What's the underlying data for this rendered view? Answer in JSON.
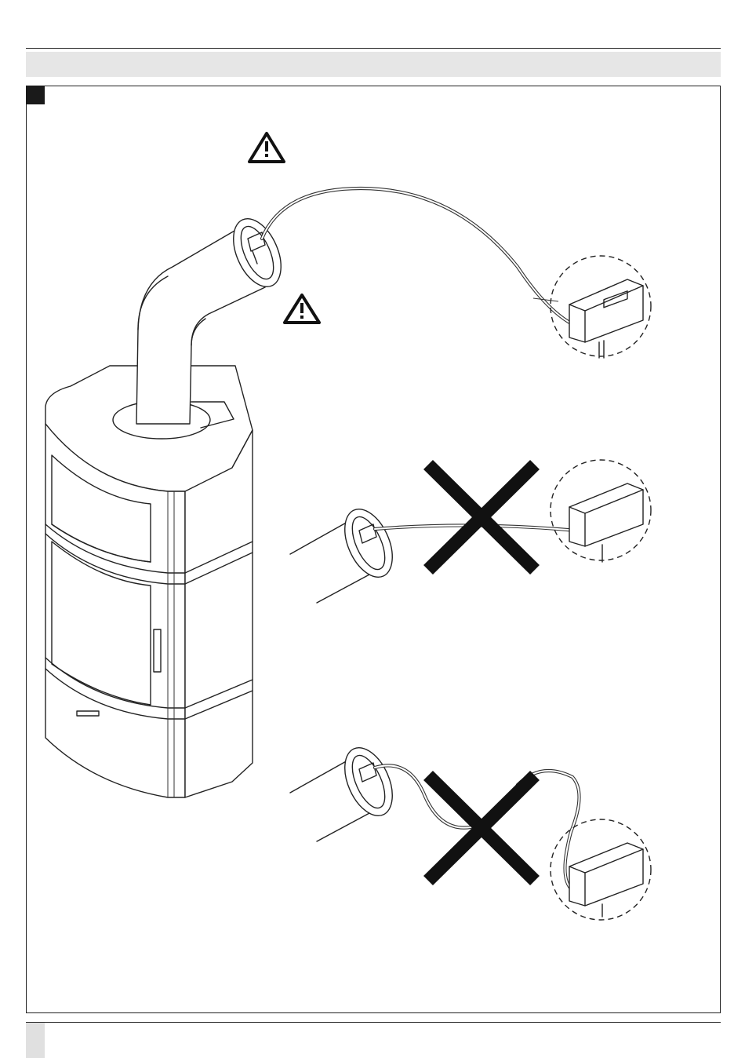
{
  "page": {
    "header_title": "",
    "section_marker": "",
    "page_number": ""
  },
  "figure": {
    "warning_icons": [
      "warning-triangle-icon",
      "warning-triangle-icon"
    ],
    "scenarios": [
      {
        "id": "correct-cable-routing",
        "crossed_out": false
      },
      {
        "id": "taut-cable-routing",
        "crossed_out": true
      },
      {
        "id": "cable-touching-pipe",
        "crossed_out": true
      }
    ]
  },
  "colors": {
    "line": "#222222",
    "header_band": "#e6e6e6",
    "marker": "#1a1a1a",
    "cross": "#111111"
  }
}
